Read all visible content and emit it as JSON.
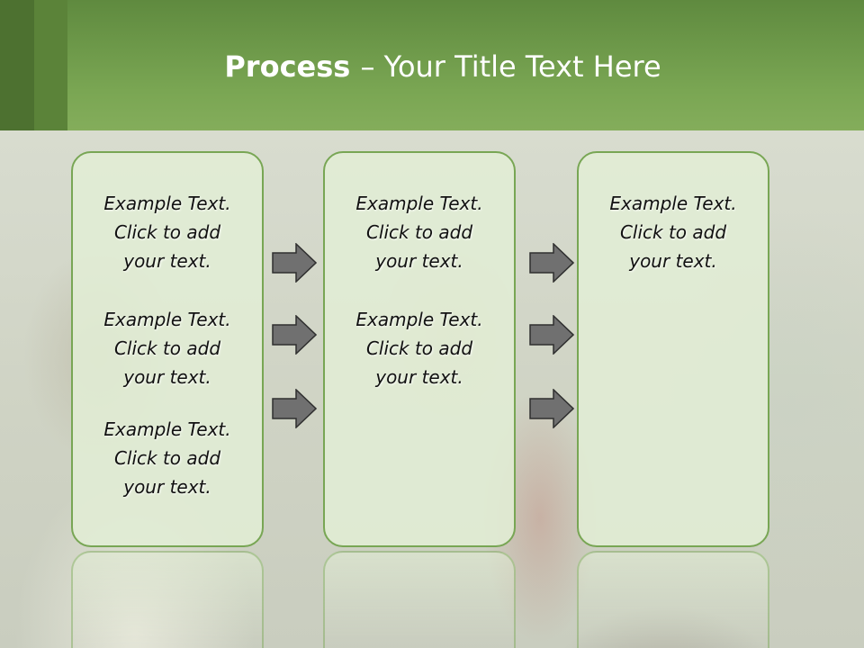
{
  "header": {
    "title_bold": "Process ",
    "title_rest": " – Your Title Text Here"
  },
  "columns": [
    {
      "items": [
        [
          "Example Text.",
          "Click  to add",
          "your text."
        ],
        [
          "Example Text.",
          "Click  to add",
          "your text."
        ],
        [
          "Example Text.",
          "Click  to add",
          "your text."
        ]
      ]
    },
    {
      "items": [
        [
          "Example Text.",
          "Click  to add",
          "your text."
        ],
        [
          "Example Text.",
          "Click  to add",
          "your text."
        ]
      ]
    },
    {
      "items": [
        [
          "Example Text.",
          "Click  to add",
          "your text."
        ]
      ]
    }
  ],
  "colors": {
    "header": "#7aa653",
    "box_border": "#78a654",
    "box_fill": "#e2eed5",
    "arrow_fill": "#707070"
  },
  "icons": {
    "arrow": "right-block-arrow-icon"
  }
}
